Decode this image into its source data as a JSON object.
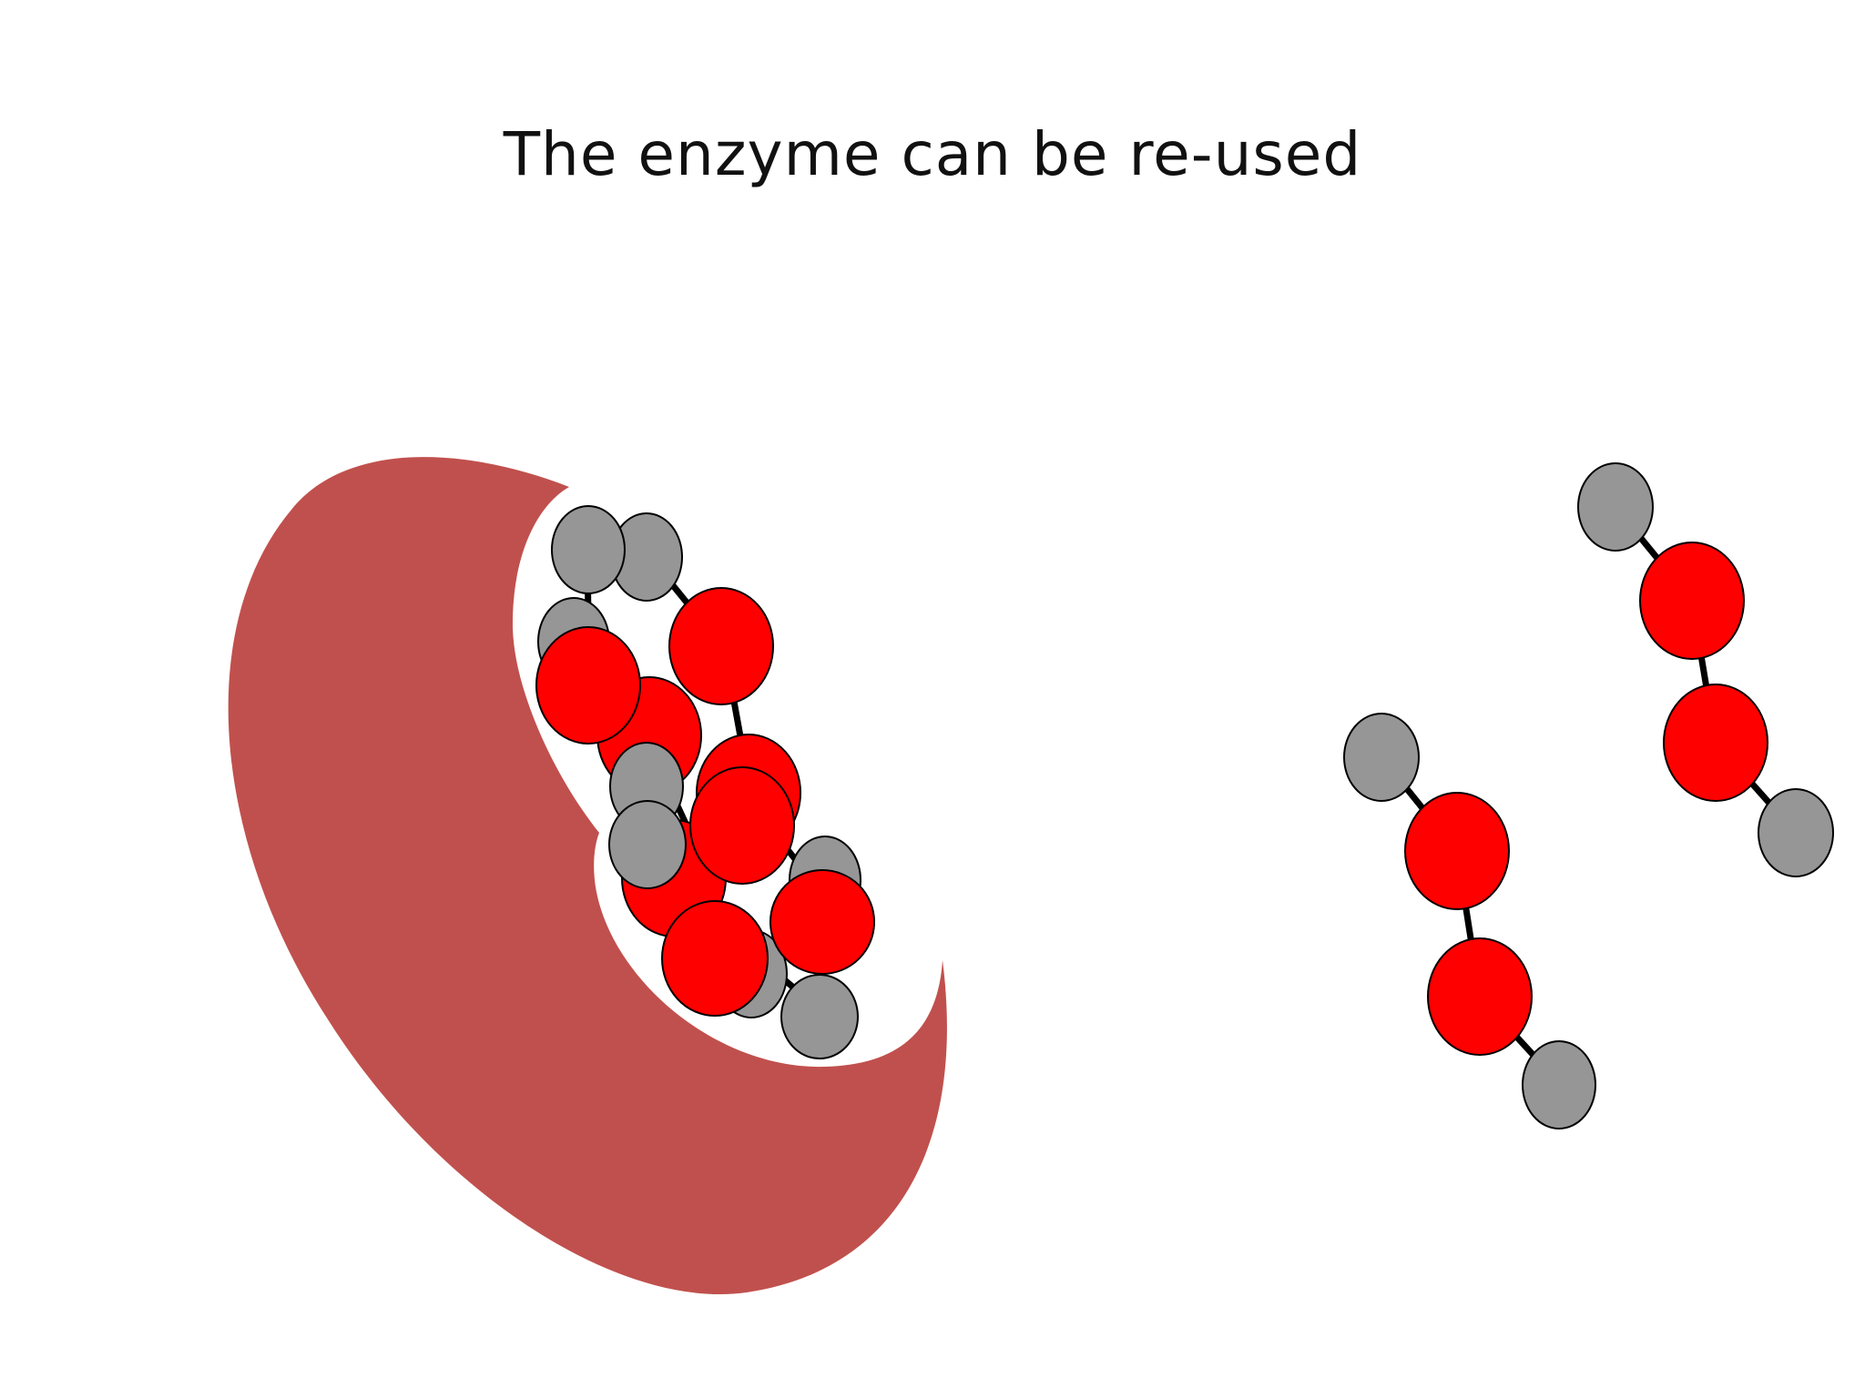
{
  "slide": {
    "title": "The enzyme can be re-used"
  },
  "colors": {
    "enzyme": "#c0504d",
    "oxygen": "#ff0000",
    "hydrogen": "#969696",
    "outline": "#000000",
    "bond": "#000000",
    "background": "#ffffff"
  },
  "diagram": {
    "enzyme_count": 1,
    "substrate_molecules_in_active_site": 4,
    "released_molecules": 2,
    "molecule_type": "H-O-O-H"
  }
}
